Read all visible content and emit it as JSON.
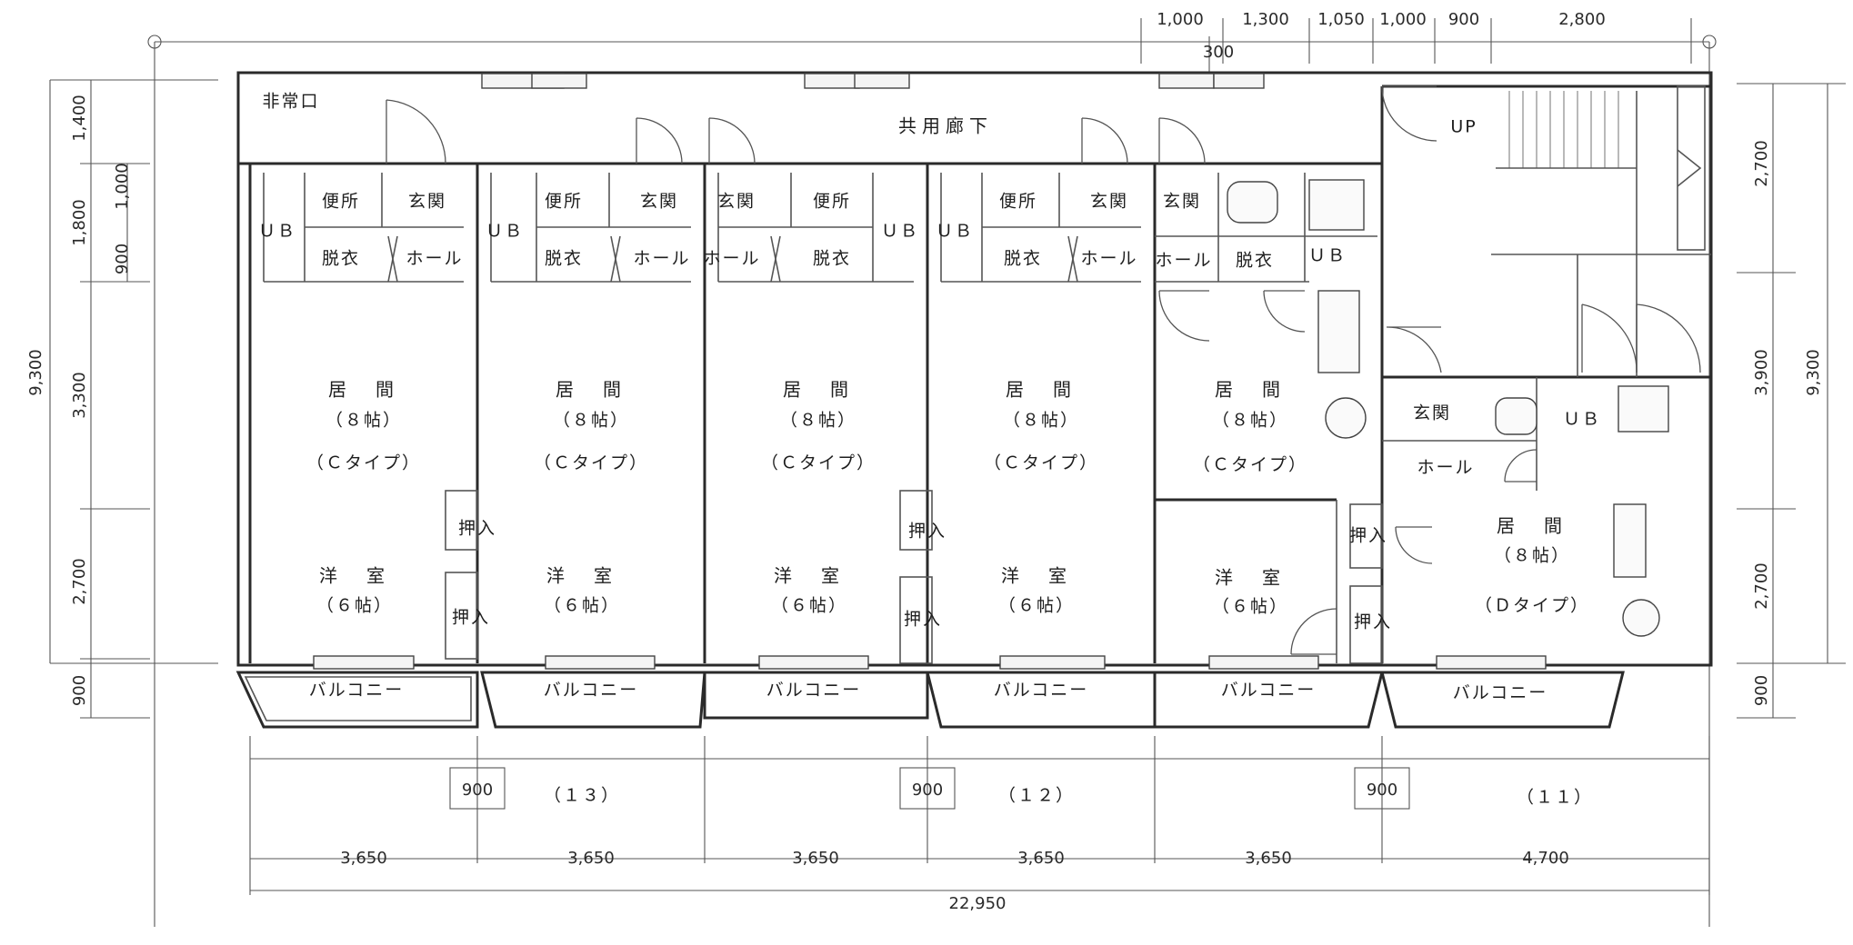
{
  "labels": {
    "emergency_exit": "非常口",
    "common_corridor": "共用廊下",
    "toilet": "便所",
    "entrance": "玄関",
    "ub": "ＵＢ",
    "ub_narrow": "ＵＢ",
    "dressing": "脱衣",
    "hall": "ホール",
    "living": "居　間",
    "eight_jo": "（８帖）",
    "c_type": "（Ｃタイプ）",
    "d_type": "（Ｄタイプ）",
    "western_room": "洋　室",
    "six_jo": "（６帖）",
    "closet": "押入",
    "balcony": "バルコニー",
    "up": "UP"
  },
  "units": [
    {
      "number": "（１３）"
    },
    {
      "number": "（１２）"
    },
    {
      "number": "（１１）"
    }
  ],
  "dims_top": {
    "d1": "1,000",
    "d2": "1,300",
    "d3": "1,050",
    "d4": "1,000",
    "d5": "900",
    "d6": "2,800",
    "d7": "300"
  },
  "dims_left": {
    "total": "9,300",
    "a": "1,400",
    "b": "1,800",
    "c": "900",
    "d": "1,000",
    "e": "3,300",
    "f": "2,700",
    "g": "900"
  },
  "dims_right": {
    "total": "9,300",
    "a": "2,700",
    "b": "3,900",
    "c": "2,700",
    "d": "900"
  },
  "dims_bottom": {
    "w1": "3,650",
    "w2": "3,650",
    "w3": "3,650",
    "w4": "3,650",
    "w5": "3,650",
    "w6": "4,700",
    "total": "22,950",
    "gap1": "900",
    "gap2": "900",
    "gap3": "900"
  }
}
